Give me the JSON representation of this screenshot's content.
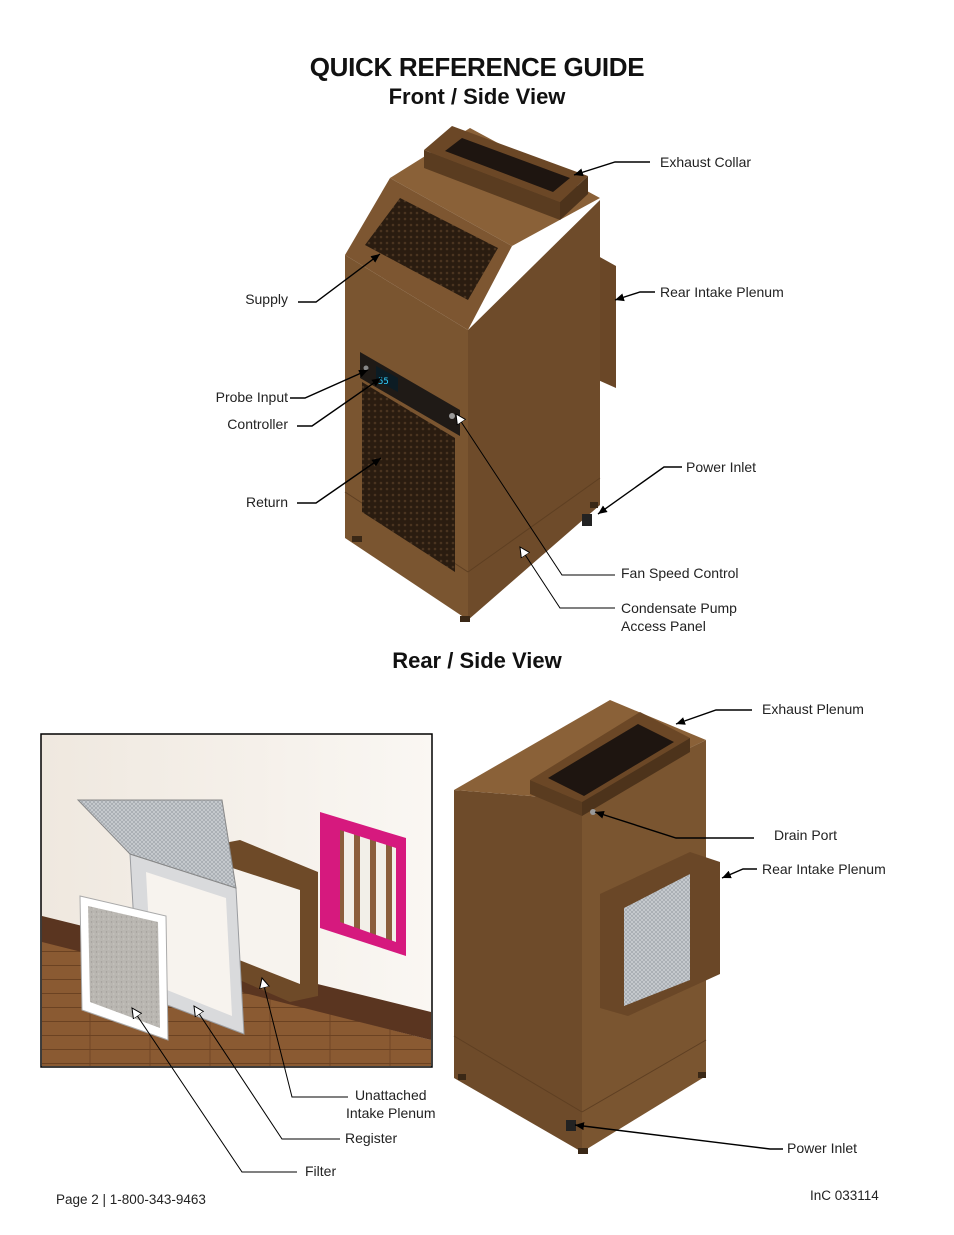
{
  "titles": {
    "main": "QUICK REFERENCE GUIDE",
    "front": "Front / Side View",
    "rear": "Rear / Side View"
  },
  "front_labels": {
    "exhaust_collar": "Exhaust Collar",
    "rear_intake_plenum": "Rear Intake Plenum",
    "supply": "Supply",
    "probe_input": "Probe Input",
    "controller": "Controller",
    "return": "Return",
    "power_inlet": "Power Inlet",
    "fan_speed_control": "Fan Speed Control",
    "condensate_pump_line1": "Condensate Pump",
    "condensate_pump_line2": "Access Panel"
  },
  "rear_labels": {
    "exhaust_plenum": "Exhaust Plenum",
    "drain_port": "Drain Port",
    "rear_intake_plenum": "Rear Intake Plenum",
    "power_inlet": "Power Inlet",
    "unattached_line1": "Unattached",
    "unattached_line2": "Intake Plenum",
    "register": "Register",
    "filter": "Filter"
  },
  "controller_display": "55",
  "footer": {
    "left": "Page 2 | 1-800-343-9463",
    "right": "InC 033114"
  },
  "colors": {
    "unit_brown": "#7a5530",
    "unit_dark": "#5e3f22",
    "wall_pink": "#d6197e",
    "floor_wood": "#8a5a32"
  }
}
